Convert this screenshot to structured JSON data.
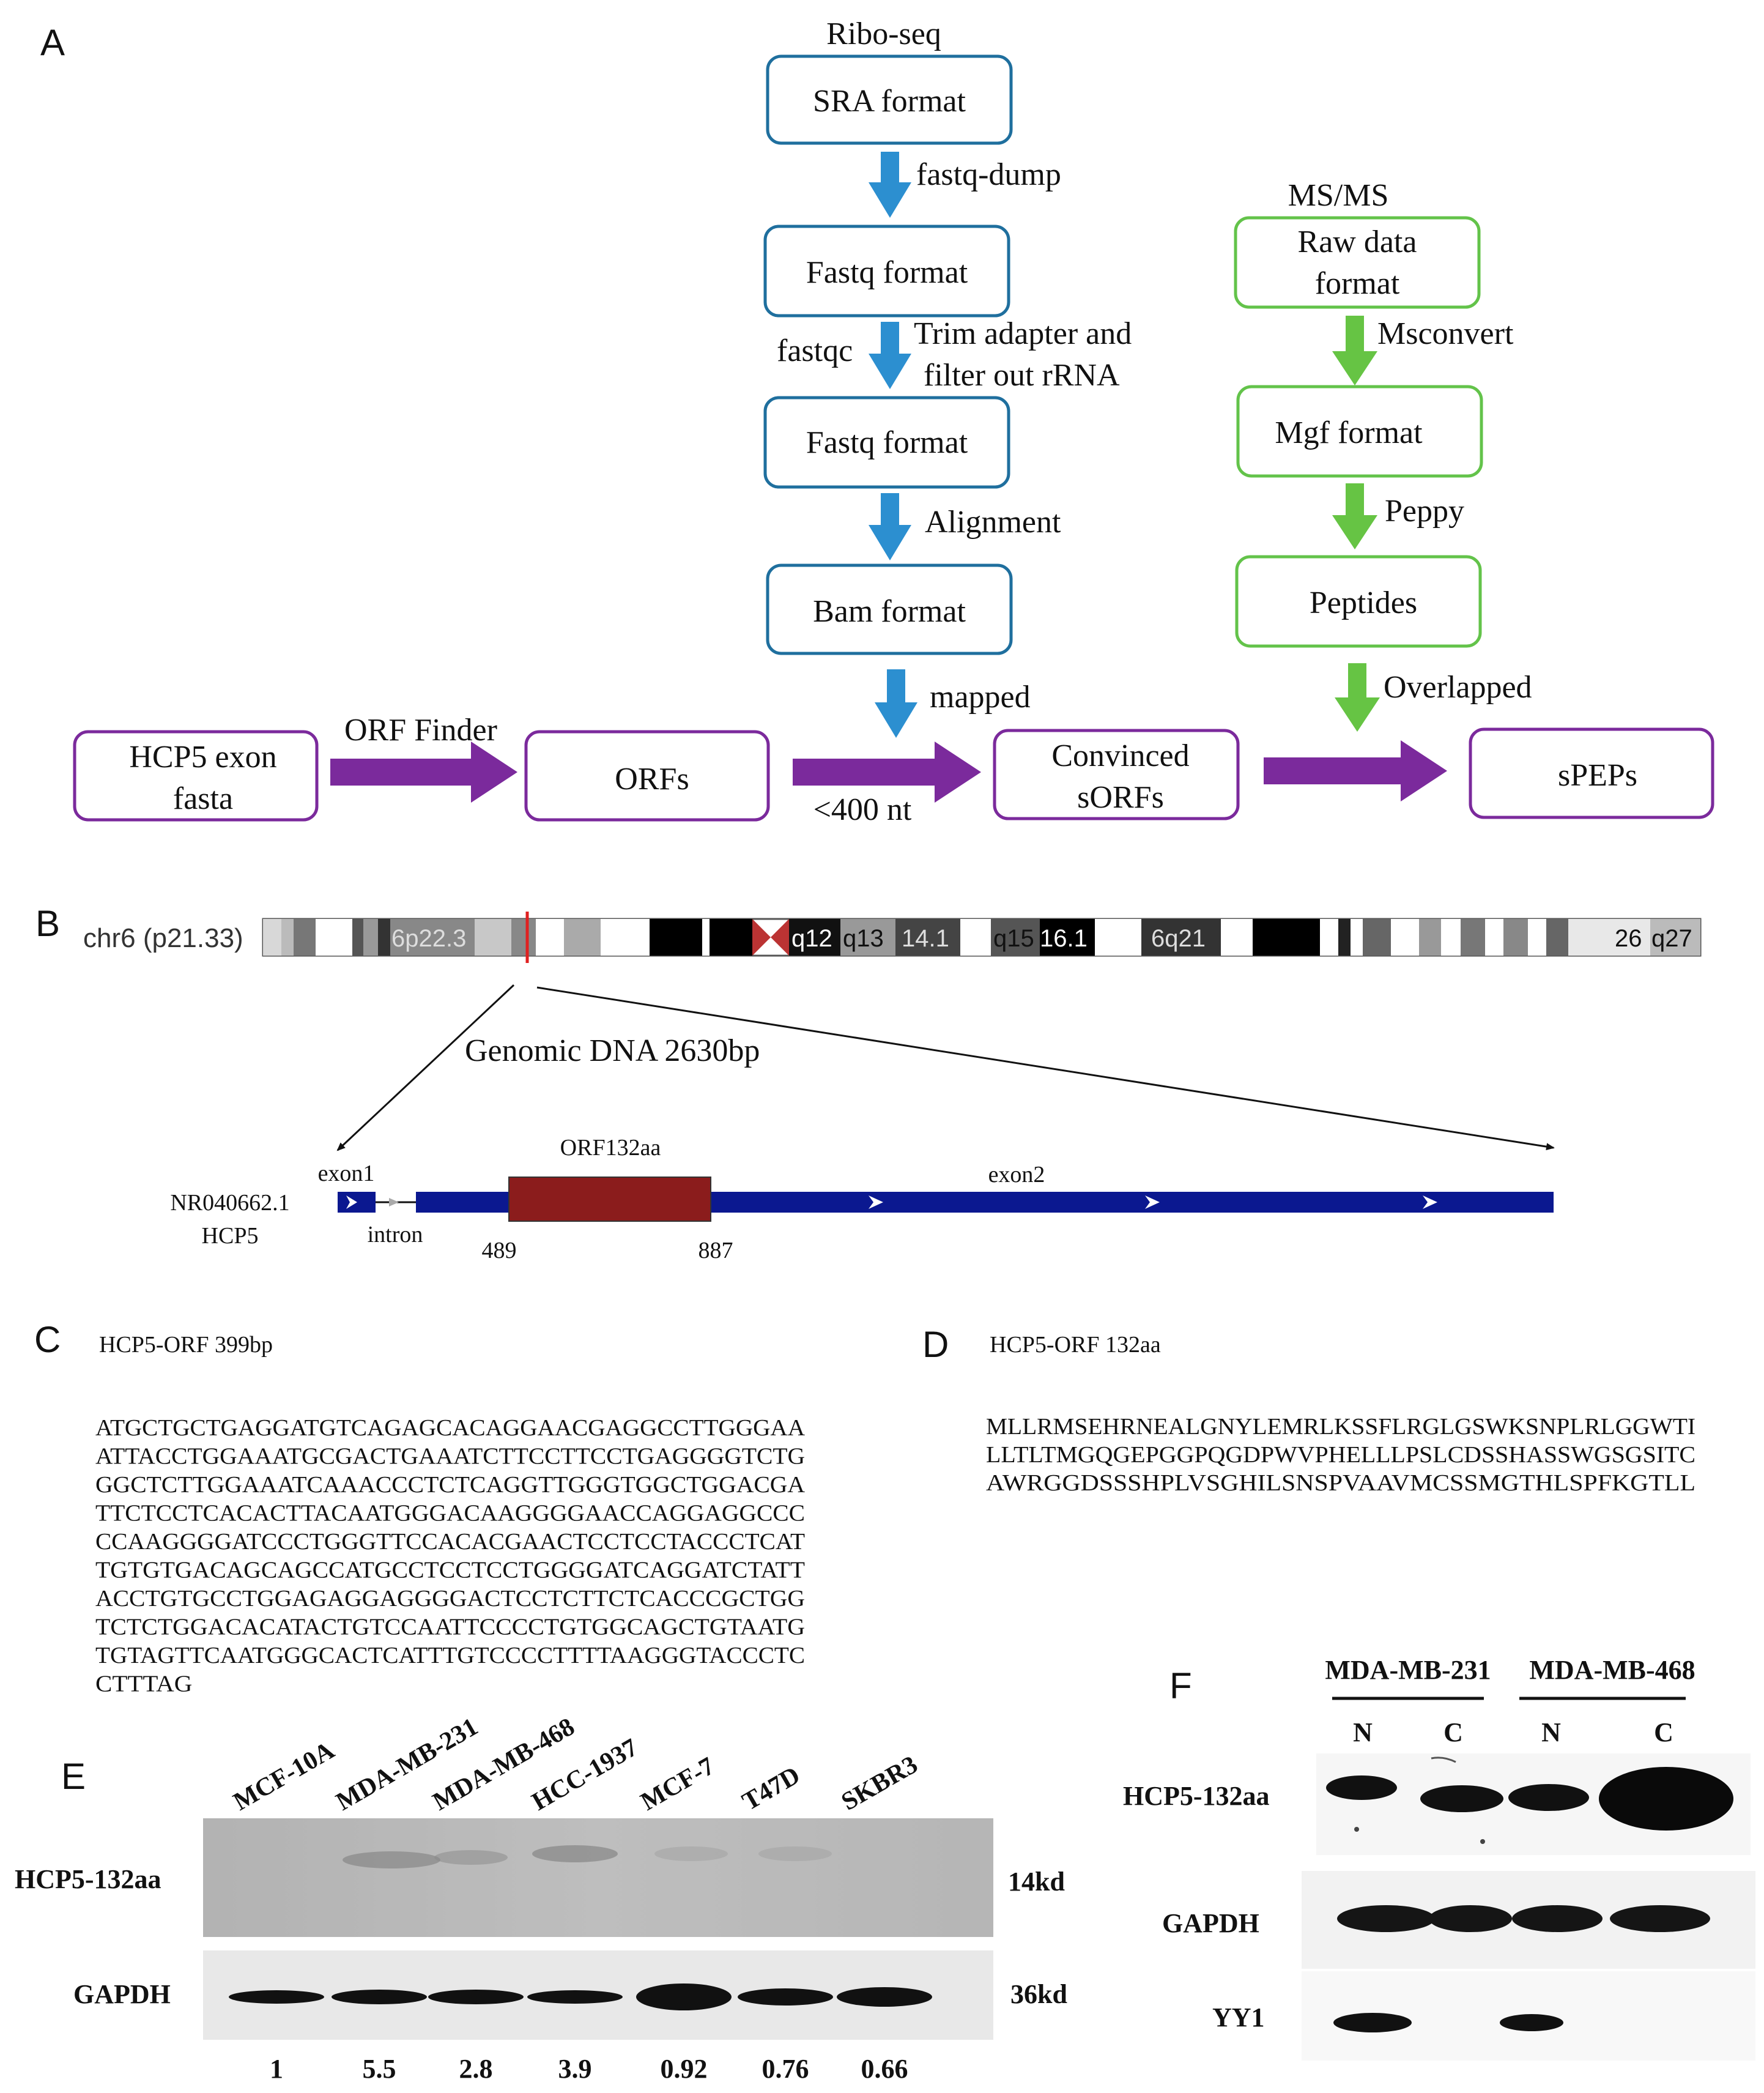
{
  "panels": {
    "a": "A",
    "b": "B",
    "c": "C",
    "d": "D",
    "e": "E",
    "f": "F"
  },
  "flow": {
    "ribo_header": "Ribo-seq",
    "ms_header": "MS/MS",
    "sra": "SRA format",
    "fastq_dump": "fastq-dump",
    "fastq1": "Fastq format",
    "fastqc": "fastqc",
    "trim_line1": "Trim adapter and",
    "trim_line2": "filter out rRNA",
    "fastq2": "Fastq format",
    "alignment": "Alignment",
    "bam": "Bam format",
    "mapped": "mapped",
    "raw_line1": "Raw data",
    "raw_line2": "format",
    "msconvert": "Msconvert",
    "mgf": "Mgf format",
    "peppy": "Peppy",
    "peptides": "Peptides",
    "overlapped": "Overlapped",
    "hcp5_line1": "HCP5 exon",
    "hcp5_line2": "fasta",
    "orf_finder": "ORF Finder",
    "orfs": "ORFs",
    "lt400": "<400 nt",
    "convinced_line1": "Convinced",
    "convinced_line2": "sORFs",
    "speps": "sPEPs"
  },
  "genome": {
    "chrom_label": "chr6 (p21.33)",
    "bands": [
      "6p22.3",
      "q12",
      "q13",
      "14.1",
      "q15",
      "16.1",
      "6q21",
      "26",
      "q27"
    ],
    "genomic_dna": "Genomic DNA 2630bp",
    "transcript_line1": "NR040662.1",
    "transcript_line2": "HCP5",
    "exon1": "exon1",
    "intron": "intron",
    "orf_label": "ORF132aa",
    "exon2": "exon2",
    "orf_start": "489",
    "orf_end": "887"
  },
  "sequence_c": {
    "title": "HCP5-ORF  399bp",
    "lines": [
      "ATGCTGCTGAGGATGTCAGAGCACAGGAACGAGGCCTTGGGAA",
      "ATTACCTGGAAATGCGACTGAAATCTTCCTTCCTGAGGGGTCTG",
      "GGCTCTTGGAAATCAAACCCTCTCAGGTTGGGTGGCTGGACGA",
      "TTCTCCTCACACTTACAATGGGACAAGGGGAACCAGGAGGCCC",
      "CCAAGGGGATCCCTGGGTTCCACACGAACTCCTCCTACCCTCAT",
      "TGTGTGACAGCAGCCATGCCTCCTCCTGGGGATCAGGATCTATT",
      "ACCTGTGCCTGGAGAGGAGGGGACTCCTCTTCTCACCCGCTGG",
      "TCTCTGGACACATACTGTCCAATTCCCCTGTGGCAGCTGTAATG",
      "TGTAGTTCAATGGGCACTCATTTGTCCCCTTTTAAGGGTACCCTC",
      "CTTTAG"
    ]
  },
  "sequence_d": {
    "title": "HCP5-ORF  132aa",
    "lines": [
      "MLLRMSEHRNEALGNYLEMRLKSSFLRGLGSWKSNPLRLGGWTI",
      "LLTLTMGQGEPGGPQGDPWVPHELLLPSLCDSSHASSWGSGSITC",
      "AWRGGDSSSHPLVSGHILSNSPVAAVMCSSMGTHLSPFKGTLL"
    ]
  },
  "blot_e": {
    "cell_lines": [
      "MCF-10A",
      "MDA-MB-231",
      "MDA-MB-468",
      "HCC-1937",
      "MCF-7",
      "T47D",
      "SKBR3"
    ],
    "row1_label": "HCP5-132aa",
    "row2_label": "GAPDH",
    "size1": "14kd",
    "size2": "36kd",
    "quant": [
      "1",
      "5.5",
      "2.8",
      "3.9",
      "0.92",
      "0.76",
      "0.66"
    ]
  },
  "blot_f": {
    "group1": "MDA-MB-231",
    "group2": "MDA-MB-468",
    "fractions": [
      "N",
      "C",
      "N",
      "C"
    ],
    "row1_label": "HCP5-132aa",
    "row2_label": "GAPDH",
    "row3_label": "YY1"
  },
  "colors": {
    "blue_box": "#1f6f9e",
    "green_box": "#63c34a",
    "purple": "#7b2a9c",
    "blue_arrow": "#2c8fd0",
    "green_arrow": "#66c444",
    "transcript": "#0b1890",
    "orf_box": "#8b1c1c"
  }
}
